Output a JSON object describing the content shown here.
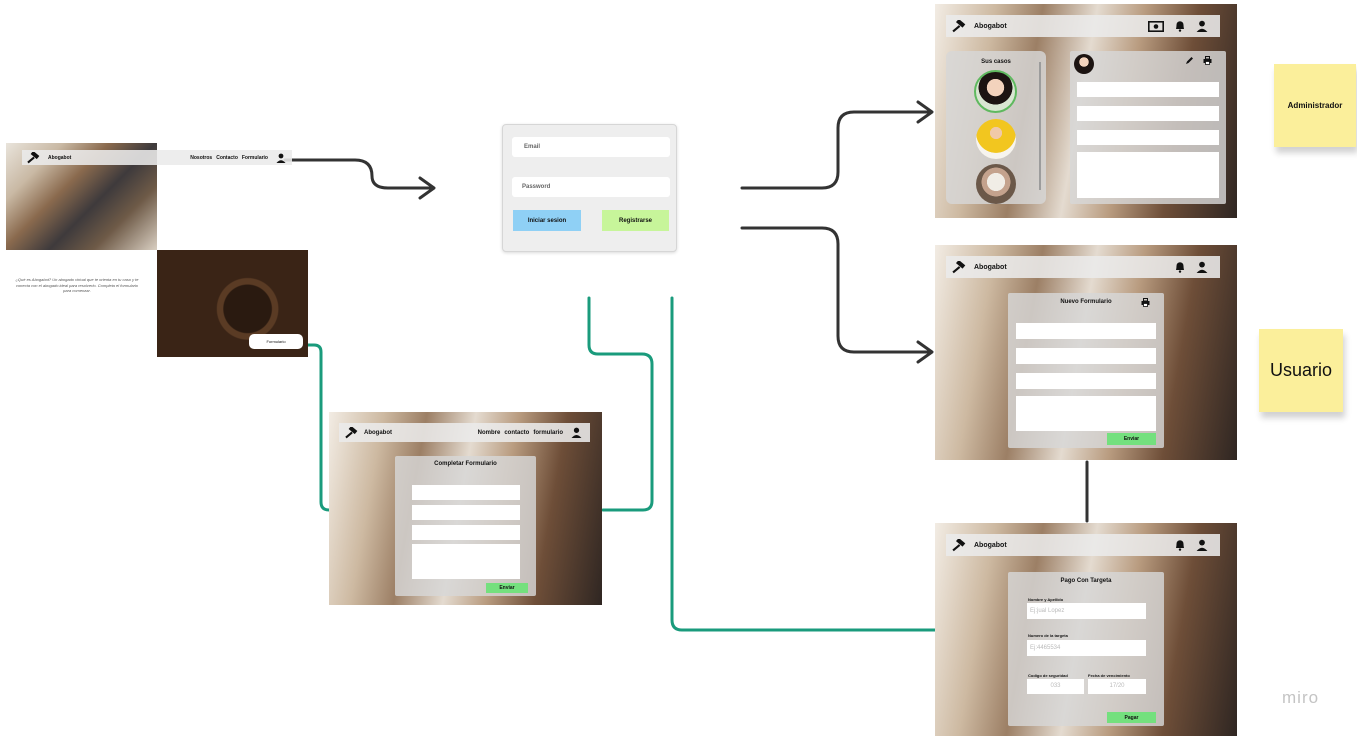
{
  "brand": "Abogabot",
  "landing": {
    "nav": [
      "Nosotros",
      "Contacto",
      "Formulario"
    ],
    "description": "¿Qué es Abogabot? Un abogado virtual que te orienta en tu caso y te conecta con el abogado ideal para resolverlo. Completa el formulario para comenzar.",
    "cta_label": "Formulario"
  },
  "login": {
    "email_placeholder": "Email",
    "password_placeholder": "Password",
    "login_label": "Iniciar sesion",
    "register_label": "Registrarse"
  },
  "public_form": {
    "nav": [
      "Nombre",
      "contacto",
      "formulario"
    ],
    "title": "Completar Formulario",
    "submit_label": "Enviar"
  },
  "admin": {
    "cases_title": "Sus casos"
  },
  "user_form": {
    "title": "Nuevo Formulario",
    "submit_label": "Enviar"
  },
  "payment": {
    "title": "Pago Con Targeta",
    "name_label": "Nombre y Apellido",
    "name_value": "Ej:jual Lopez",
    "card_label": "Numero de la targeta",
    "card_value": "Ej:4465534",
    "cvv_label": "Codigo de seguridad",
    "cvv_value": "033",
    "expiry_label": "Fecha de vencimiento",
    "expiry_value": "17/20",
    "pay_label": "Pagar"
  },
  "notes": {
    "admin": "Administrador",
    "user": "Usuario"
  },
  "watermark": "miro",
  "colors": {
    "connector_dark": "#333333",
    "connector_teal": "#1a9b7c",
    "login_blue": "#8fd0f5",
    "register_green": "#c7f59a",
    "submit_green": "#74e07e",
    "sticky_yellow": "#fbef9b"
  },
  "icons": [
    "gavel-icon",
    "user-icon",
    "bell-icon",
    "money-icon",
    "pencil-icon",
    "print-icon"
  ]
}
